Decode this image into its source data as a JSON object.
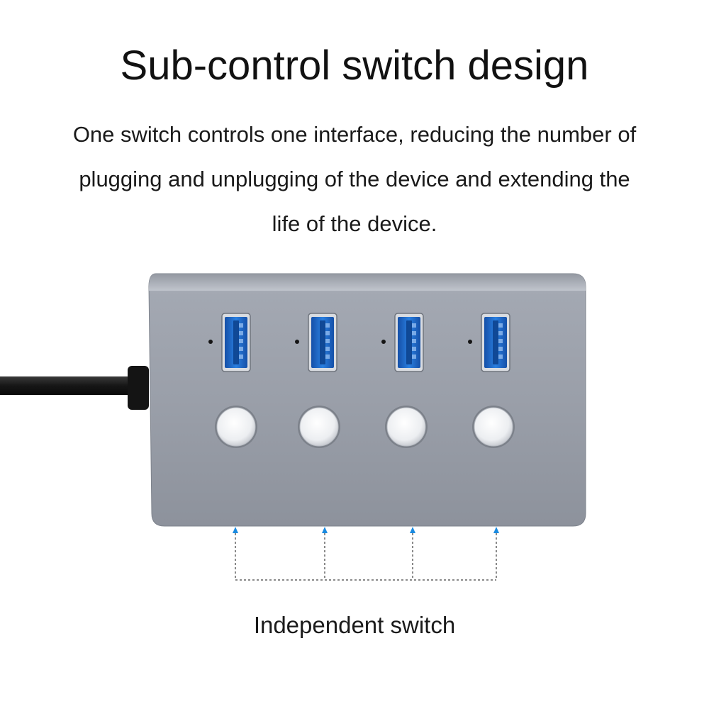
{
  "heading": {
    "title": "Sub-control switch design",
    "description_lines": [
      "One switch controls one interface, reducing the number of",
      "plugging and unplugging of the device and extending the",
      "life of the device."
    ]
  },
  "product": {
    "name": "usb-hub",
    "port_count": 4,
    "ports": [
      {
        "icon": "usb-port-icon",
        "led": "indicator-led-icon",
        "switch": "switch-button-icon"
      },
      {
        "icon": "usb-port-icon",
        "led": "indicator-led-icon",
        "switch": "switch-button-icon"
      },
      {
        "icon": "usb-port-icon",
        "led": "indicator-led-icon",
        "switch": "switch-button-icon"
      },
      {
        "icon": "usb-port-icon",
        "led": "indicator-led-icon",
        "switch": "switch-button-icon"
      }
    ],
    "colors": {
      "body": "#9a9fa9",
      "port_blue": "#1e6fd0",
      "arrow_blue": "#1a8ae0",
      "button": "#f2f3f5",
      "cable": "#1b1b1b"
    }
  },
  "caption": "Independent switch"
}
